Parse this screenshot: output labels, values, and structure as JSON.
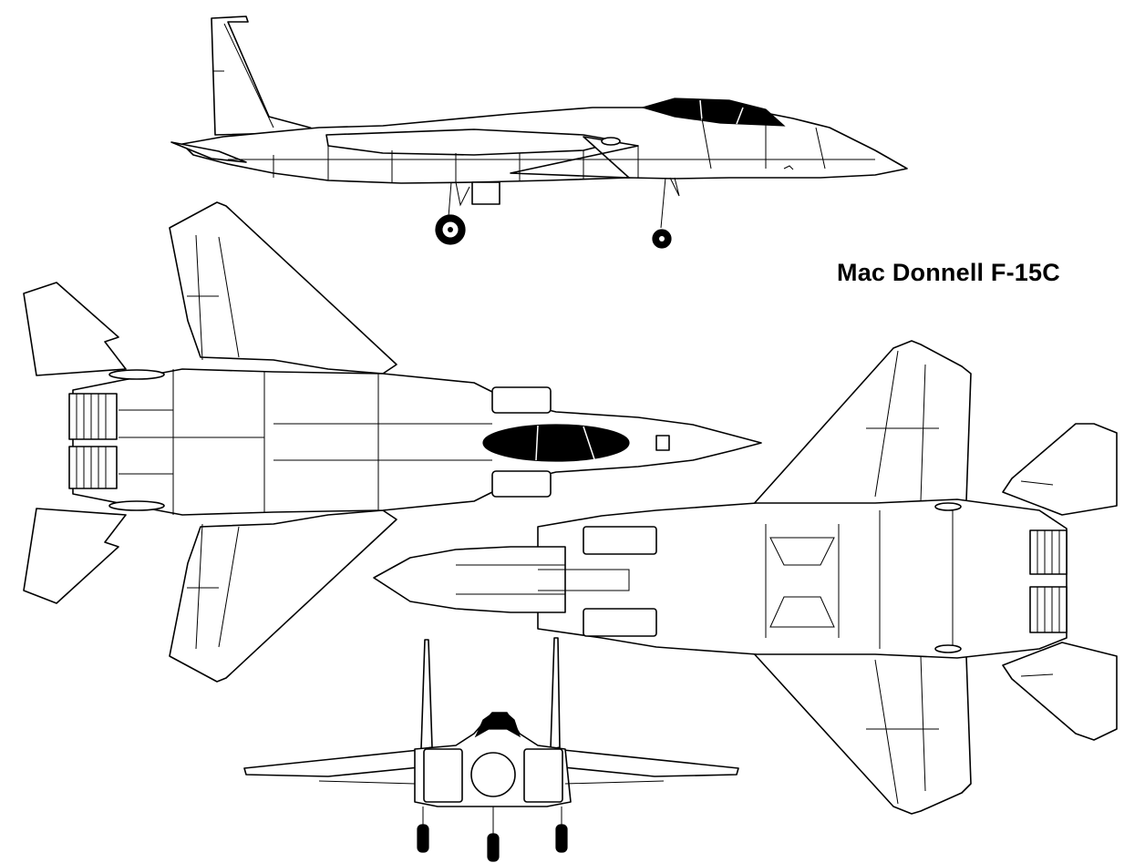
{
  "title": "Mac Donnell F-15C",
  "views": [
    {
      "id": "side",
      "label": "side-profile-view"
    },
    {
      "id": "top",
      "label": "top-plan-view"
    },
    {
      "id": "bottom",
      "label": "bottom-plan-view"
    },
    {
      "id": "front",
      "label": "front-view"
    }
  ],
  "colors": {
    "line": "#000000",
    "background": "#ffffff",
    "canopy": "#000000"
  }
}
